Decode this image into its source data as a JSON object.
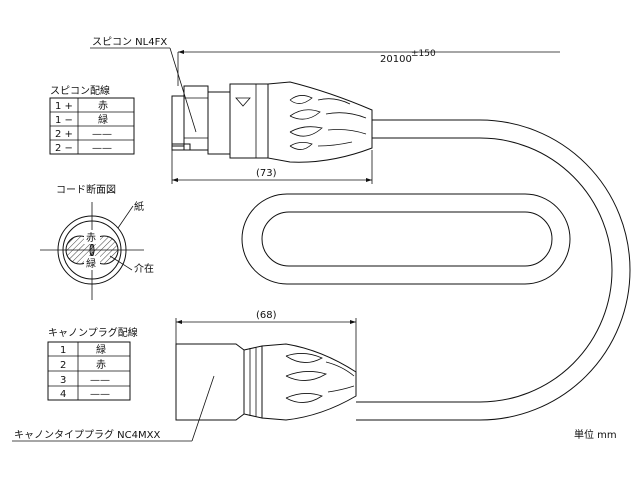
{
  "speakon": {
    "label": "スピコン NL4FX",
    "wiring_title": "スピコン配線",
    "wiring": [
      {
        "pin": "1 +",
        "color": "赤"
      },
      {
        "pin": "1 −",
        "color": "緑"
      },
      {
        "pin": "2 +",
        "color": "——"
      },
      {
        "pin": "2 −",
        "color": "——"
      }
    ],
    "dimension": "(73)"
  },
  "cable": {
    "length": "20100",
    "tolerance": "±150",
    "section_title": "コード断面図",
    "paper_label": "紙",
    "filler_label": "介在",
    "core_red": "赤",
    "core_green": "緑"
  },
  "xlr": {
    "wiring_title": "キャノンプラグ配線",
    "wiring": [
      {
        "pin": "1",
        "color": "緑"
      },
      {
        "pin": "2",
        "color": "赤"
      },
      {
        "pin": "3",
        "color": "——"
      },
      {
        "pin": "4",
        "color": "——"
      }
    ],
    "dimension": "(68)",
    "label": "キャノンタイププラグ NC4MXX"
  },
  "unit": "単位 mm"
}
